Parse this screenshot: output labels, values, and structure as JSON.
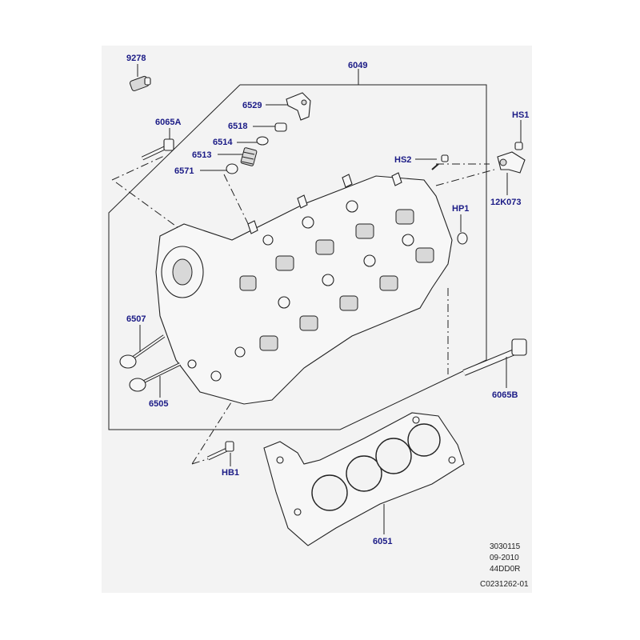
{
  "labels": {
    "p9278": "9278",
    "p6049": "6049",
    "p6529": "6529",
    "p6518": "6518",
    "p6514": "6514",
    "p6513": "6513",
    "p6571": "6571",
    "p6065a": "6065A",
    "hs1": "HS1",
    "hs2": "HS2",
    "hp1": "HP1",
    "p12k073": "12K073",
    "p6507": "6507",
    "p6505": "6505",
    "p6065b": "6065B",
    "hb1": "HB1",
    "p6051": "6051"
  },
  "meta": {
    "line1": "3030115",
    "line2": "09-2010",
    "line3": "44DD0R",
    "line4": "C0231262-01"
  },
  "colors": {
    "label": "#1b1b86",
    "background": "#f3f3f3",
    "line": "#222222"
  }
}
